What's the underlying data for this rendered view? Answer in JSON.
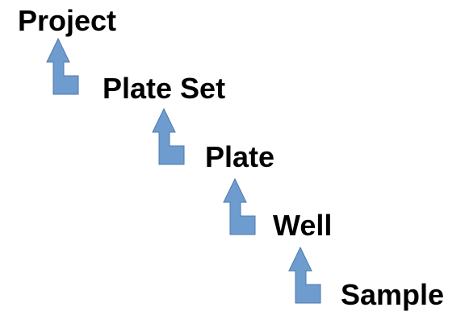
{
  "hierarchy": {
    "levels": [
      {
        "label": "Project"
      },
      {
        "label": "Plate Set"
      },
      {
        "label": "Plate"
      },
      {
        "label": "Well"
      },
      {
        "label": "Sample"
      }
    ]
  },
  "style": {
    "arrow_fill": "#6f9ccf",
    "arrow_stroke": "#4d7aad",
    "text_color": "#000000"
  },
  "icons": {
    "connector": "up-turn-arrow-icon"
  }
}
